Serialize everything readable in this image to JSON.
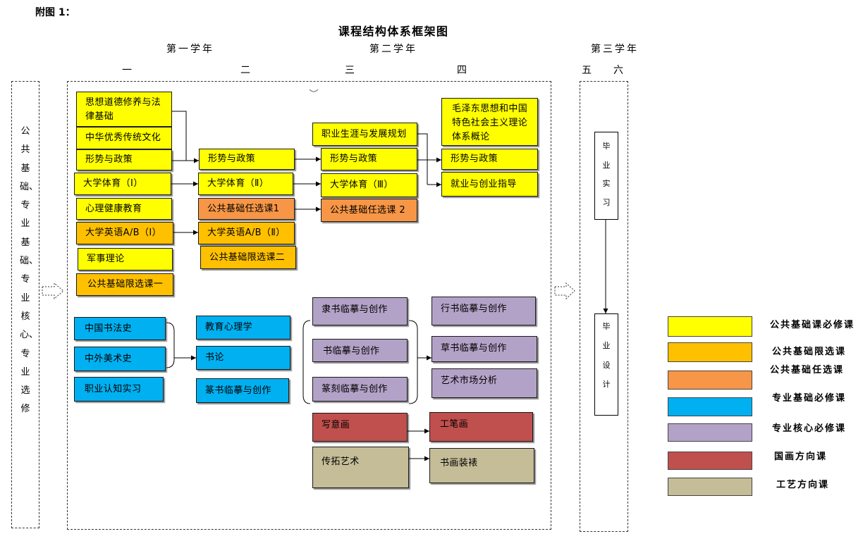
{
  "header": {
    "caption": "附图 1：",
    "title": "课程结构体系框架图"
  },
  "years": {
    "first": "第一学年",
    "second": "第二学年",
    "third": "第三学年"
  },
  "semesters": [
    "一",
    "二",
    "三",
    "四",
    "五",
    "六"
  ],
  "side_label": "公共基础、专业基础、专业核心、专业选修",
  "public_courses": {
    "sem1": [
      "思想道德修养与法律基础",
      "中华优秀传统文化",
      "形势与政策",
      "大学体育（Ⅰ）",
      "心理健康教育",
      "大学英语A/B（Ⅰ）",
      "军事理论",
      "公共基础限选课一"
    ],
    "sem2": [
      "形势与政策",
      "大学体育（Ⅱ）",
      "公共基础任选课1",
      "大学英语A/B（Ⅱ）",
      "公共基础限选课二"
    ],
    "sem3": [
      "职业生涯与发展规划",
      "形势与政策",
      "大学体育（Ⅲ）",
      "公共基础任选课 2"
    ],
    "sem4": [
      "毛泽东思想和中国特色社会主义理论体系概论",
      "形势与政策",
      "就业与创业指导"
    ]
  },
  "major_courses": {
    "foundation_a": [
      "中国书法史",
      "中外美术史",
      "职业认知实习"
    ],
    "foundation_b": [
      "教育心理学",
      "书论",
      "篆书临摹与创作"
    ],
    "core_a": [
      "隶书临摹与创作",
      "书临摹与创作",
      "篆刻临摹与创作"
    ],
    "core_b": [
      "行书临摹与创作",
      "草书临摹与创作",
      "艺术市场分析"
    ],
    "painting": [
      "写意画",
      "工笔画"
    ],
    "craft": [
      "传拓艺术",
      "书画装裱"
    ]
  },
  "graduation": {
    "internship": "毕业实习",
    "design": "毕业设计"
  },
  "legend": [
    {
      "label": "公共基础课必修课",
      "color": "#FFFF00"
    },
    {
      "label": "公共基础限选课",
      "color": "#FFC000"
    },
    {
      "label": "公共基础任选课",
      "color": "#F79646"
    },
    {
      "label": "专业基础必修课",
      "color": "#00B0F0"
    },
    {
      "label": "专业核心必修课",
      "color": "#B3A2C7"
    },
    {
      "label": "国画方向课",
      "color": "#C0504D"
    },
    {
      "label": "工艺方向课",
      "color": "#C4BD97"
    }
  ]
}
